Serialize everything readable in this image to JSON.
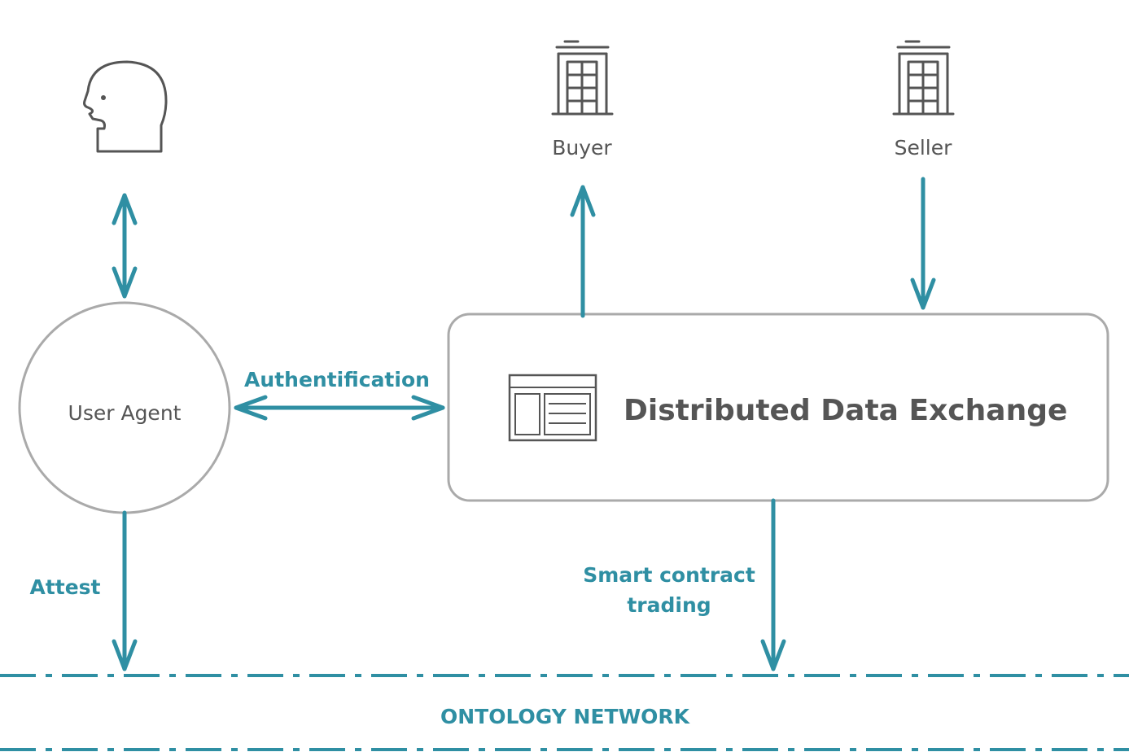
{
  "diagram": {
    "user_agent": {
      "label": "User Agent"
    },
    "buyer": {
      "label": "Buyer"
    },
    "seller": {
      "label": "Seller"
    },
    "exchange": {
      "title": "Distributed Data Exchange"
    },
    "edges": {
      "authentification": "Authentification",
      "attest": "Attest",
      "smart_contract_line1": "Smart contract",
      "smart_contract_line2": "trading"
    },
    "network": {
      "label": "ONTOLOGY NETWORK"
    },
    "icons": {
      "person": "person-head-icon",
      "buyer": "building-icon",
      "seller": "building-icon",
      "exchange": "browser-window-icon"
    },
    "colors": {
      "accent": "#2f8fa3",
      "outline": "#aaaaaa",
      "text": "#555555"
    }
  }
}
